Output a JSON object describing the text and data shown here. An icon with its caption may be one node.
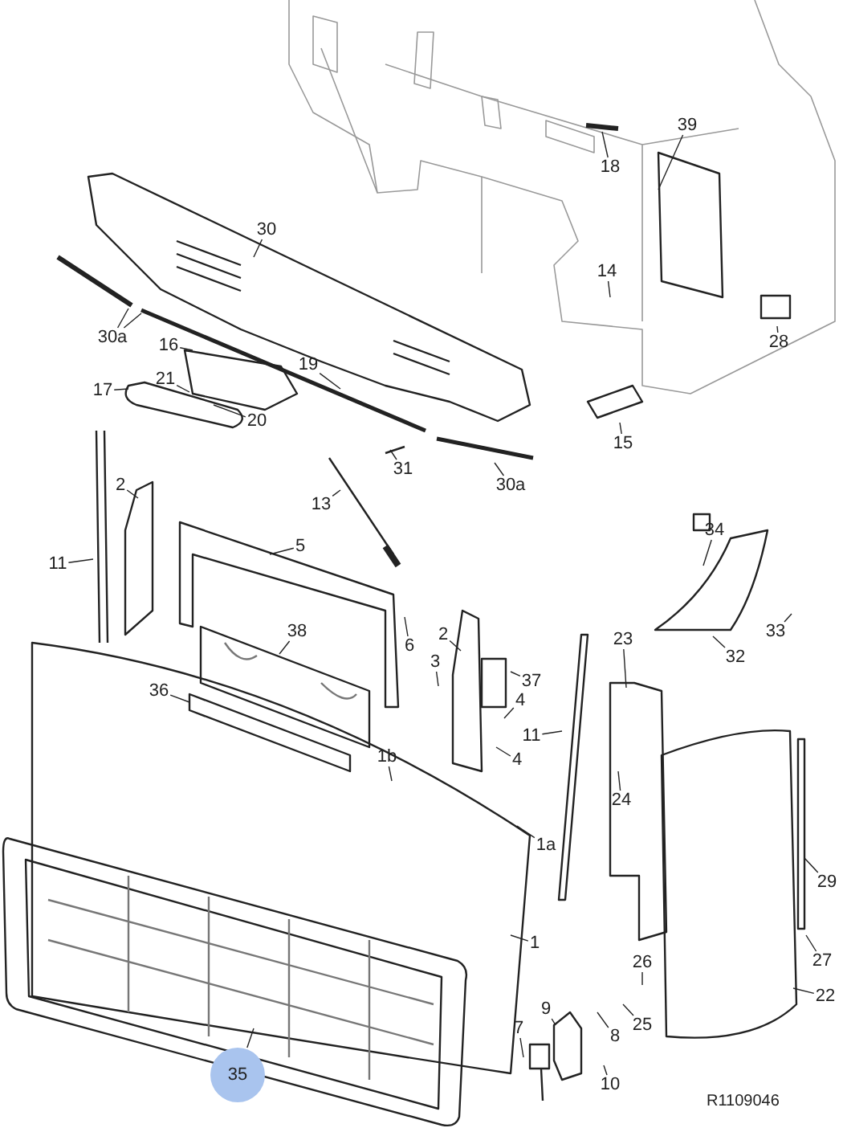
{
  "diagram": {
    "nodes": [
      {
        "text": [
          "39"
        ]
      },
      {
        "text": [
          "18"
        ]
      },
      {
        "text": [
          "30"
        ]
      },
      {
        "text": [
          "14"
        ]
      },
      {
        "text": [
          "28"
        ]
      },
      {
        "text": [
          "30a"
        ]
      },
      {
        "text": [
          "16"
        ]
      },
      {
        "text": [
          "19"
        ]
      },
      {
        "text": [
          "21"
        ]
      },
      {
        "text": [
          "17"
        ]
      },
      {
        "text": [
          "20"
        ]
      },
      {
        "text": [
          "15"
        ]
      },
      {
        "text": [
          "31"
        ]
      },
      {
        "text": [
          "30a"
        ]
      },
      {
        "text": [
          "13"
        ]
      },
      {
        "text": [
          "2"
        ]
      },
      {
        "text": [
          "34"
        ]
      },
      {
        "text": [
          "5"
        ]
      },
      {
        "text": [
          "11"
        ]
      },
      {
        "text": [
          "6"
        ]
      },
      {
        "text": [
          "38"
        ]
      },
      {
        "text": [
          "2"
        ]
      },
      {
        "text": [
          "33"
        ]
      },
      {
        "text": [
          "3"
        ]
      },
      {
        "text": [
          "37"
        ]
      },
      {
        "text": [
          "32"
        ]
      },
      {
        "text": [
          "23"
        ]
      },
      {
        "text": [
          "36"
        ]
      },
      {
        "text": [
          "4"
        ]
      },
      {
        "text": [
          "11"
        ]
      },
      {
        "text": [
          "4"
        ]
      },
      {
        "text": [
          "1b"
        ]
      },
      {
        "text": [
          "24"
        ]
      },
      {
        "text": [
          "1a"
        ]
      },
      {
        "text": [
          "1"
        ]
      },
      {
        "text": [
          "29"
        ]
      },
      {
        "text": [
          "27"
        ]
      },
      {
        "text": [
          "26"
        ]
      },
      {
        "text": [
          "22"
        ]
      },
      {
        "text": [
          "9"
        ]
      },
      {
        "text": [
          "25"
        ]
      },
      {
        "text": [
          "8"
        ]
      },
      {
        "text": [
          "7"
        ]
      },
      {
        "text": [
          "10"
        ]
      },
      {
        "text": [
          "35"
        ]
      }
    ],
    "edges": [
      {
        "from": 0,
        "to": null,
        "arrow": "none"
      },
      {
        "from": 1,
        "to": null,
        "arrow": "none"
      },
      {
        "from": 2,
        "to": null,
        "arrow": "none"
      },
      {
        "from": 3,
        "to": null,
        "arrow": "none"
      },
      {
        "from": 4,
        "to": null,
        "arrow": "none"
      },
      {
        "from": 5,
        "to": null,
        "arrow": "none"
      },
      {
        "from": 5,
        "to": null,
        "arrow": "none"
      },
      {
        "from": 6,
        "to": null,
        "arrow": "none"
      },
      {
        "from": 7,
        "to": null,
        "arrow": "none"
      },
      {
        "from": 8,
        "to": null,
        "arrow": "none"
      },
      {
        "from": 9,
        "to": null,
        "arrow": "none"
      },
      {
        "from": 10,
        "to": null,
        "arrow": "none"
      },
      {
        "from": 11,
        "to": null,
        "arrow": "none"
      },
      {
        "from": 12,
        "to": null,
        "arrow": "none"
      },
      {
        "from": 13,
        "to": null,
        "arrow": "none"
      },
      {
        "from": 14,
        "to": null,
        "arrow": "none"
      },
      {
        "from": 15,
        "to": null,
        "arrow": "none"
      },
      {
        "from": 16,
        "to": null,
        "arrow": "none"
      },
      {
        "from": 17,
        "to": null,
        "arrow": "none"
      },
      {
        "from": 18,
        "to": null,
        "arrow": "none"
      },
      {
        "from": 19,
        "to": null,
        "arrow": "none"
      },
      {
        "from": 20,
        "to": null,
        "arrow": "none"
      },
      {
        "from": 21,
        "to": null,
        "arrow": "none"
      },
      {
        "from": 22,
        "to": null,
        "arrow": "none"
      },
      {
        "from": 23,
        "to": null,
        "arrow": "none"
      },
      {
        "from": 24,
        "to": null,
        "arrow": "none"
      },
      {
        "from": 25,
        "to": null,
        "arrow": "none"
      },
      {
        "from": 26,
        "to": null,
        "arrow": "none"
      },
      {
        "from": 27,
        "to": null,
        "arrow": "none"
      },
      {
        "from": 28,
        "to": null,
        "arrow": "none"
      },
      {
        "from": 29,
        "to": null,
        "arrow": "none"
      },
      {
        "from": 30,
        "to": null,
        "arrow": "none"
      },
      {
        "from": 31,
        "to": null,
        "arrow": "none"
      },
      {
        "from": 32,
        "to": null,
        "arrow": "none"
      },
      {
        "from": 33,
        "to": null,
        "arrow": "none"
      },
      {
        "from": 34,
        "to": null,
        "arrow": "none"
      },
      {
        "from": 35,
        "to": null,
        "arrow": "none"
      },
      {
        "from": 36,
        "to": null,
        "arrow": "none"
      },
      {
        "from": 37,
        "to": null,
        "arrow": "none"
      },
      {
        "from": 38,
        "to": null,
        "arrow": "none"
      },
      {
        "from": 39,
        "to": null,
        "arrow": "none"
      },
      {
        "from": 40,
        "to": null,
        "arrow": "none"
      },
      {
        "from": 41,
        "to": null,
        "arrow": "none"
      },
      {
        "from": 42,
        "to": null,
        "arrow": "none"
      },
      {
        "from": 43,
        "to": null,
        "arrow": "none"
      },
      {
        "from": 44,
        "to": null,
        "arrow": "none"
      }
    ],
    "labels": [
      "R1109046"
    ]
  }
}
